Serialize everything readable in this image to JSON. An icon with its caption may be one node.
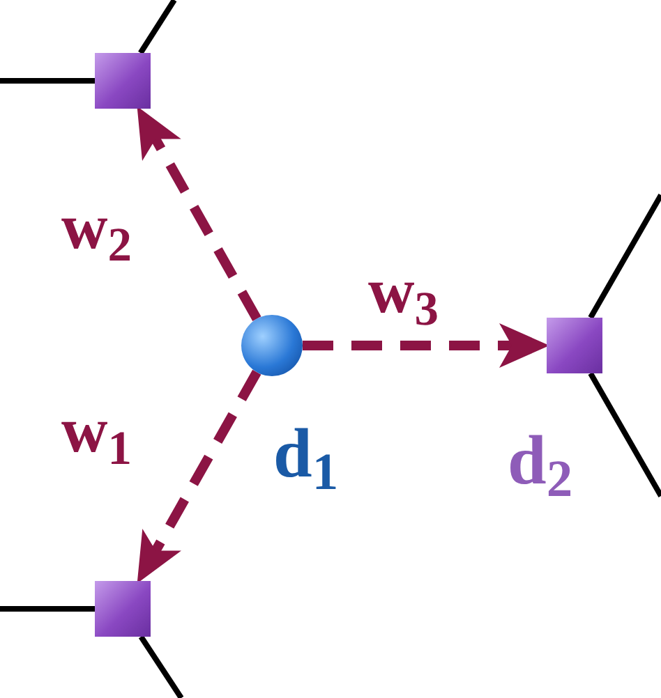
{
  "diagram": {
    "nodes": [
      {
        "text": [],
        "shape": "circle",
        "beside": [
          "d$_{1}$"
        ]
      },
      {
        "text": [],
        "shape": "box"
      },
      {
        "text": [],
        "shape": "box",
        "beside": [
          "d$_{2}$"
        ]
      },
      {
        "text": [],
        "shape": "box"
      }
    ],
    "edges": [
      {
        "from": 0,
        "to": 1,
        "arrow": "to",
        "label": "w$_{2}$",
        "style": "dashed",
        "color": "#8c1444"
      },
      {
        "from": 0,
        "to": 2,
        "arrow": "to",
        "label": "w$_{3}$",
        "style": "dashed",
        "color": "#8c1444"
      },
      {
        "from": 0,
        "to": 3,
        "arrow": "to",
        "label": "w$_{1}$",
        "style": "dashed",
        "color": "#8c1444"
      },
      {
        "from": 1,
        "to": null,
        "arrow": "none"
      },
      {
        "from": 1,
        "to": null,
        "arrow": "none"
      },
      {
        "from": 2,
        "to": null,
        "arrow": "none"
      },
      {
        "from": 2,
        "to": null,
        "arrow": "none"
      },
      {
        "from": 3,
        "to": null,
        "arrow": "none"
      },
      {
        "from": 3,
        "to": null,
        "arrow": "none"
      }
    ]
  }
}
